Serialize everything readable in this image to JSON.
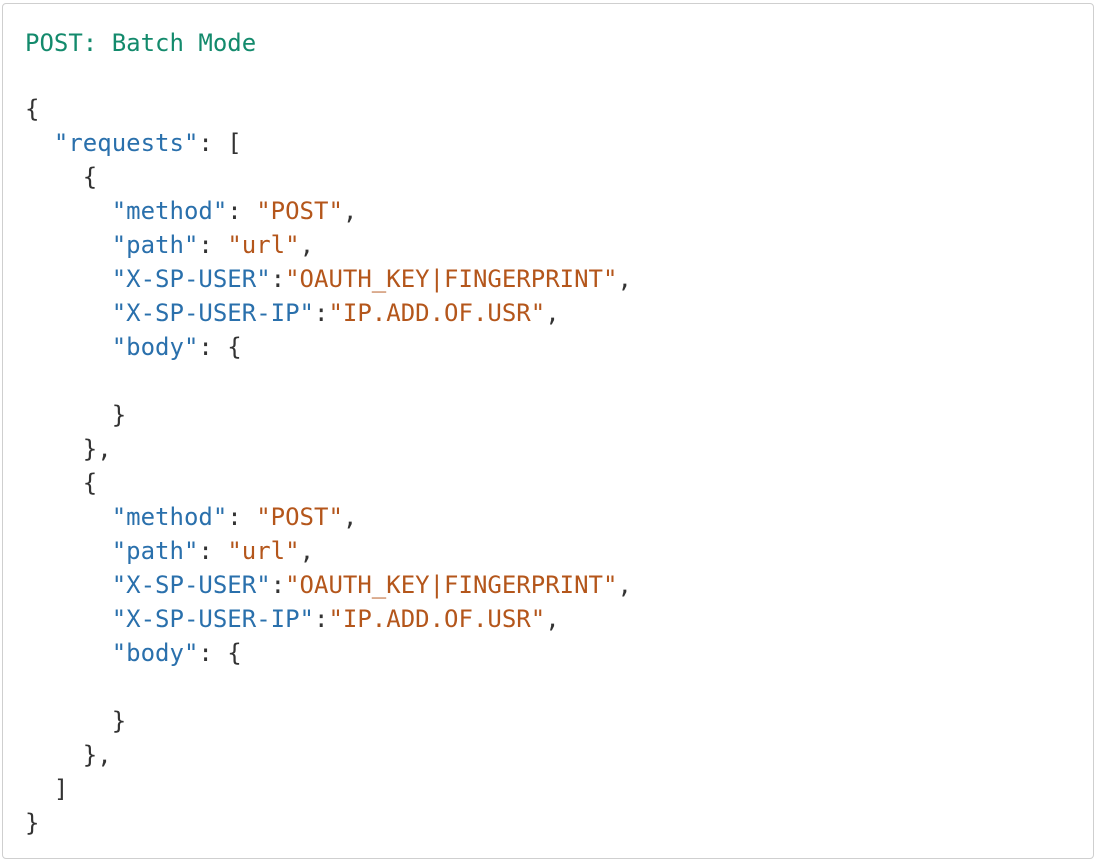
{
  "title": {
    "prefix": "POST:",
    "label": " Batch Mode"
  },
  "code_lines": [
    [
      {
        "t": "{",
        "c": "punct"
      }
    ],
    [
      {
        "t": "  ",
        "c": "punct"
      },
      {
        "t": "\"requests\"",
        "c": "key"
      },
      {
        "t": ": [",
        "c": "punct"
      }
    ],
    [
      {
        "t": "    {",
        "c": "punct"
      }
    ],
    [
      {
        "t": "      ",
        "c": "punct"
      },
      {
        "t": "\"method\"",
        "c": "key"
      },
      {
        "t": ": ",
        "c": "punct"
      },
      {
        "t": "\"POST\"",
        "c": "str"
      },
      {
        "t": ",",
        "c": "punct"
      }
    ],
    [
      {
        "t": "      ",
        "c": "punct"
      },
      {
        "t": "\"path\"",
        "c": "key"
      },
      {
        "t": ": ",
        "c": "punct"
      },
      {
        "t": "\"url\"",
        "c": "str"
      },
      {
        "t": ",",
        "c": "punct"
      }
    ],
    [
      {
        "t": "      ",
        "c": "punct"
      },
      {
        "t": "\"X-SP-USER\"",
        "c": "key"
      },
      {
        "t": ":",
        "c": "punct"
      },
      {
        "t": "\"OAUTH_KEY|FINGERPRINT\"",
        "c": "str"
      },
      {
        "t": ",",
        "c": "punct"
      }
    ],
    [
      {
        "t": "      ",
        "c": "punct"
      },
      {
        "t": "\"X-SP-USER-IP\"",
        "c": "key"
      },
      {
        "t": ":",
        "c": "punct"
      },
      {
        "t": "\"IP.ADD.OF.USR\"",
        "c": "str"
      },
      {
        "t": ",",
        "c": "punct"
      }
    ],
    [
      {
        "t": "      ",
        "c": "punct"
      },
      {
        "t": "\"body\"",
        "c": "key"
      },
      {
        "t": ": {",
        "c": "punct"
      }
    ],
    [
      {
        "t": "",
        "c": "punct"
      }
    ],
    [
      {
        "t": "      }",
        "c": "punct"
      }
    ],
    [
      {
        "t": "    },",
        "c": "punct"
      }
    ],
    [
      {
        "t": "    {",
        "c": "punct"
      }
    ],
    [
      {
        "t": "      ",
        "c": "punct"
      },
      {
        "t": "\"method\"",
        "c": "key"
      },
      {
        "t": ": ",
        "c": "punct"
      },
      {
        "t": "\"POST\"",
        "c": "str"
      },
      {
        "t": ",",
        "c": "punct"
      }
    ],
    [
      {
        "t": "      ",
        "c": "punct"
      },
      {
        "t": "\"path\"",
        "c": "key"
      },
      {
        "t": ": ",
        "c": "punct"
      },
      {
        "t": "\"url\"",
        "c": "str"
      },
      {
        "t": ",",
        "c": "punct"
      }
    ],
    [
      {
        "t": "      ",
        "c": "punct"
      },
      {
        "t": "\"X-SP-USER\"",
        "c": "key"
      },
      {
        "t": ":",
        "c": "punct"
      },
      {
        "t": "\"OAUTH_KEY|FINGERPRINT\"",
        "c": "str"
      },
      {
        "t": ",",
        "c": "punct"
      }
    ],
    [
      {
        "t": "      ",
        "c": "punct"
      },
      {
        "t": "\"X-SP-USER-IP\"",
        "c": "key"
      },
      {
        "t": ":",
        "c": "punct"
      },
      {
        "t": "\"IP.ADD.OF.USR\"",
        "c": "str"
      },
      {
        "t": ",",
        "c": "punct"
      }
    ],
    [
      {
        "t": "      ",
        "c": "punct"
      },
      {
        "t": "\"body\"",
        "c": "key"
      },
      {
        "t": ": {",
        "c": "punct"
      }
    ],
    [
      {
        "t": "",
        "c": "punct"
      }
    ],
    [
      {
        "t": "      }",
        "c": "punct"
      }
    ],
    [
      {
        "t": "    },",
        "c": "punct"
      }
    ],
    [
      {
        "t": "  ]",
        "c": "punct"
      }
    ],
    [
      {
        "t": "}",
        "c": "punct"
      }
    ]
  ],
  "colors": {
    "title": "#138a6c",
    "key": "#2a70ac",
    "string": "#b4561b",
    "punctuation": "#333333",
    "border": "#cfcfcf"
  }
}
